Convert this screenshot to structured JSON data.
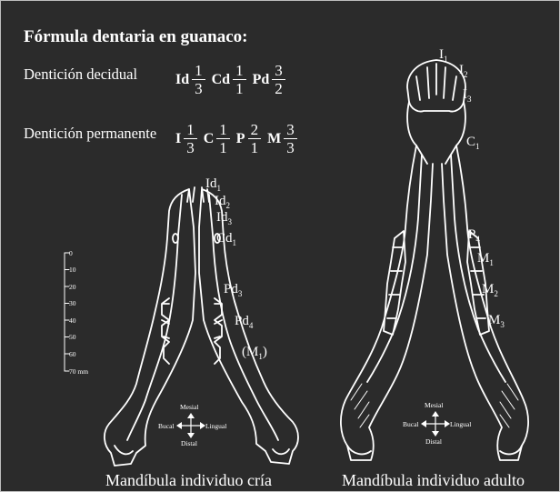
{
  "title": "Fórmula dentaria en guanaco:",
  "decidual": {
    "label": "Dentición decidual",
    "terms": [
      {
        "letters": "Id",
        "num": "1",
        "den": "3"
      },
      {
        "letters": "Cd",
        "num": "1",
        "den": "1"
      },
      {
        "letters": "Pd",
        "num": "3",
        "den": "2"
      }
    ]
  },
  "permanente": {
    "label": "Dentición permanente",
    "terms": [
      {
        "letters": "I",
        "num": "1",
        "den": "3"
      },
      {
        "letters": "C",
        "num": "1",
        "den": "1"
      },
      {
        "letters": "P",
        "num": "2",
        "den": "1"
      },
      {
        "letters": "M",
        "num": "3",
        "den": "3"
      }
    ]
  },
  "cria": {
    "caption": "Mandíbula individuo cría",
    "teeth": [
      {
        "base": "Id",
        "sub": "1",
        "paren": false
      },
      {
        "base": "Id",
        "sub": "2",
        "paren": false
      },
      {
        "base": "Id",
        "sub": "3",
        "paren": false
      },
      {
        "base": "Cd",
        "sub": "1",
        "paren": false
      },
      {
        "base": "Pd",
        "sub": "3",
        "paren": false
      },
      {
        "base": "Pd",
        "sub": "4",
        "paren": false
      },
      {
        "base": "M",
        "sub": "1",
        "paren": true
      }
    ],
    "compass": {
      "top": "Mesial",
      "left": "Bucal",
      "right": "Lingual",
      "bottom": "Distal"
    }
  },
  "adulto": {
    "caption": "Mandíbula individuo adulto",
    "teeth": [
      {
        "base": "I",
        "sub": "1"
      },
      {
        "base": "I",
        "sub": "2"
      },
      {
        "base": "I",
        "sub": "3"
      },
      {
        "base": "C",
        "sub": "1"
      },
      {
        "base": "P",
        "sub": "4"
      },
      {
        "base": "M",
        "sub": "1"
      },
      {
        "base": "M",
        "sub": "2"
      },
      {
        "base": "M",
        "sub": "3"
      }
    ],
    "compass": {
      "top": "Mesial",
      "left": "Bucal",
      "right": "Lingual",
      "bottom": "Distal"
    }
  },
  "scale": {
    "ticks": [
      "0",
      "10",
      "20",
      "30",
      "40",
      "50",
      "60",
      "70 mm"
    ]
  }
}
